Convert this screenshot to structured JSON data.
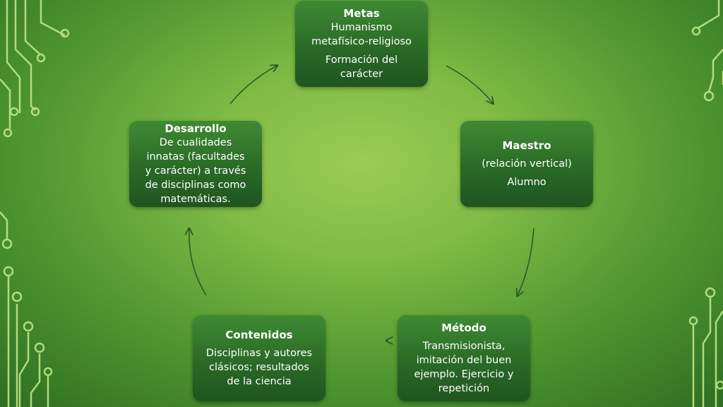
{
  "colors": {
    "node_fill": "#2a6a26",
    "node_text": "#ffffff",
    "arrow": "#2f5a22",
    "circuit": "#c4ec8c"
  },
  "nodes": {
    "metas": {
      "title": "Metas",
      "line1": "Humanismo",
      "line2": "metafísico-religioso",
      "line3": "Formación del",
      "line4": "carácter"
    },
    "maestro": {
      "title": "Maestro",
      "line1": "(relación vertical)",
      "line2": "Alumno"
    },
    "metodo": {
      "title": "Método",
      "line1": "Transmisionista,",
      "line2": "imitación del buen",
      "line3": "ejemplo. Ejercicio y",
      "line4": "repetición"
    },
    "contenidos": {
      "title": "Contenidos",
      "line1": "Disciplinas y autores",
      "line2": "clásicos; resultados",
      "line3": "de la ciencia"
    },
    "desarrollo": {
      "title": "Desarrollo",
      "line1": "De cualidades",
      "line2": "innatas (facultades",
      "line3": "y carácter) a través",
      "line4": "de disciplinas como",
      "line5": "matemáticas."
    }
  }
}
